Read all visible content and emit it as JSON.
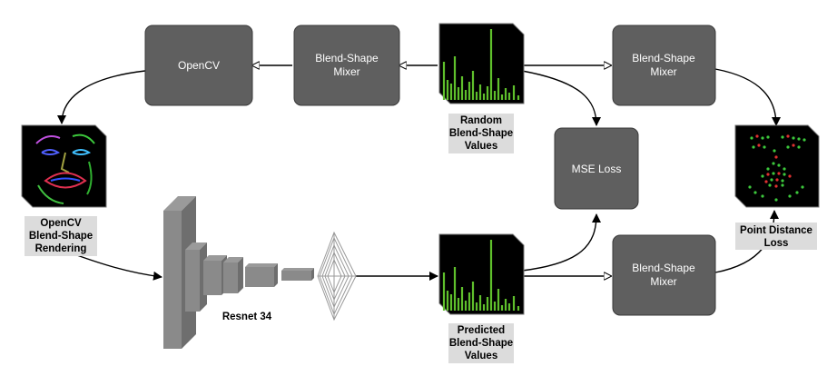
{
  "nodes": {
    "opencv": "OpenCV",
    "mixer_top_left": [
      "Blend-Shape",
      "Mixer"
    ],
    "mixer_top_right": [
      "Blend-Shape",
      "Mixer"
    ],
    "mse_loss": "MSE Loss",
    "mixer_bottom": [
      "Blend-Shape",
      "Mixer"
    ]
  },
  "labels": {
    "random_values": [
      "Random",
      "Blend-Shape",
      "Values"
    ],
    "opencv_rendering": [
      "OpenCV",
      "Blend-Shape",
      "Rendering"
    ],
    "resnet": "Resnet 34",
    "predicted_values": [
      "Predicted",
      "Blend-Shape",
      "Values"
    ],
    "point_distance_loss": [
      "Point Distance",
      "Loss"
    ]
  },
  "colors": {
    "box": "#5f5f5f",
    "thumb_bg": "#000000",
    "bars": "#5fc02c",
    "caption_bg": "#dcdcdc",
    "network": "#8a8a8a"
  }
}
